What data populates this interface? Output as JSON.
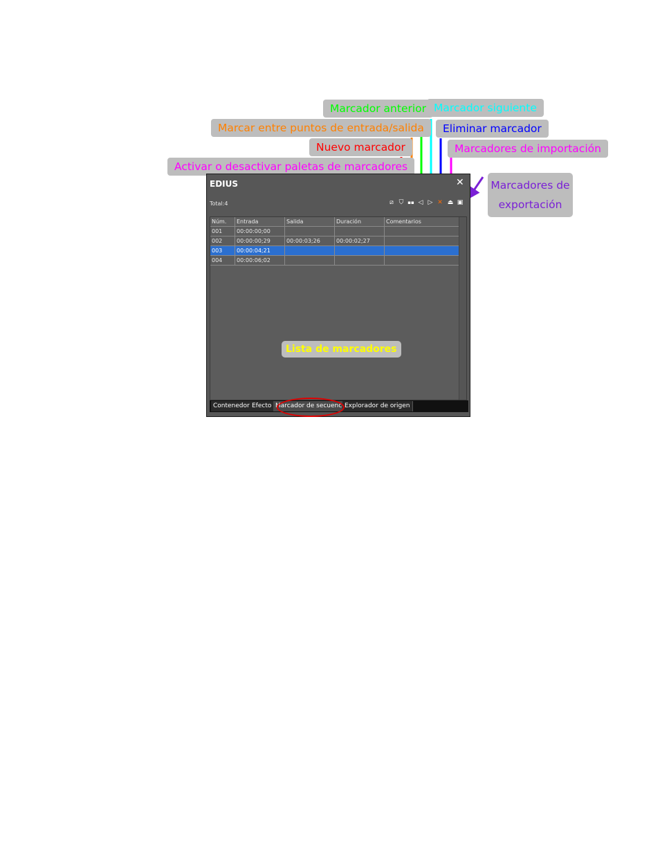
{
  "callouts": {
    "prev_marker": "Marcador anterior",
    "next_marker": "Marcador siguiente",
    "mark_in_out": "Marcar entre puntos de entrada/salida",
    "delete_marker": "Eliminar marcador",
    "new_marker": "Nuevo marcador",
    "import_markers": "Marcadores de importación",
    "toggle_palettes": "Activar o desactivar paletas de marcadores",
    "export_markers_line1": "Marcadores de",
    "export_markers_line2": "exportación",
    "marker_list": "Lista de marcadores"
  },
  "colors": {
    "prev_marker": "#00ff00",
    "next_marker": "#00ffff",
    "mark_in_out": "#ff8000",
    "delete_marker": "#0000ff",
    "new_marker": "#ff0000",
    "import_markers": "#ff00ff",
    "toggle_palettes": "#ff00cc",
    "export_markers": "#7a1fd6",
    "marker_list": "#ffff00",
    "selection": "#2b6fcf"
  },
  "panel": {
    "title": "EDIUS",
    "close": "✕",
    "total": "Total:4",
    "toolbar_icons": [
      "toggle-palettes-icon",
      "new-marker-icon",
      "mark-in-out-icon",
      "prev-marker-icon",
      "next-marker-icon",
      "delete-marker-icon",
      "import-markers-icon",
      "export-markers-icon"
    ],
    "toolbar_glyphs": [
      "⧄",
      "⛉",
      "▪▪",
      "◁",
      "▷",
      "✕",
      "⏏",
      "▣"
    ],
    "columns": [
      "Núm.",
      "Entrada",
      "Salida",
      "Duración",
      "Comentarios"
    ],
    "rows": [
      {
        "num": "001",
        "in": "00:00:00;00",
        "out": "",
        "dur": "",
        "comment": ""
      },
      {
        "num": "002",
        "in": "00:00:00;29",
        "out": "00:00:03;26",
        "dur": "00:00:02;27",
        "comment": ""
      },
      {
        "num": "003",
        "in": "00:00:04;21",
        "out": "",
        "dur": "",
        "comment": ""
      },
      {
        "num": "004",
        "in": "00:00:06;02",
        "out": "",
        "dur": "",
        "comment": ""
      }
    ],
    "selected_row": 2,
    "tabs": [
      "Contenedor",
      "Efecto",
      "Marcador de secuencia",
      "Explorador de origen"
    ],
    "active_tab": 2
  }
}
